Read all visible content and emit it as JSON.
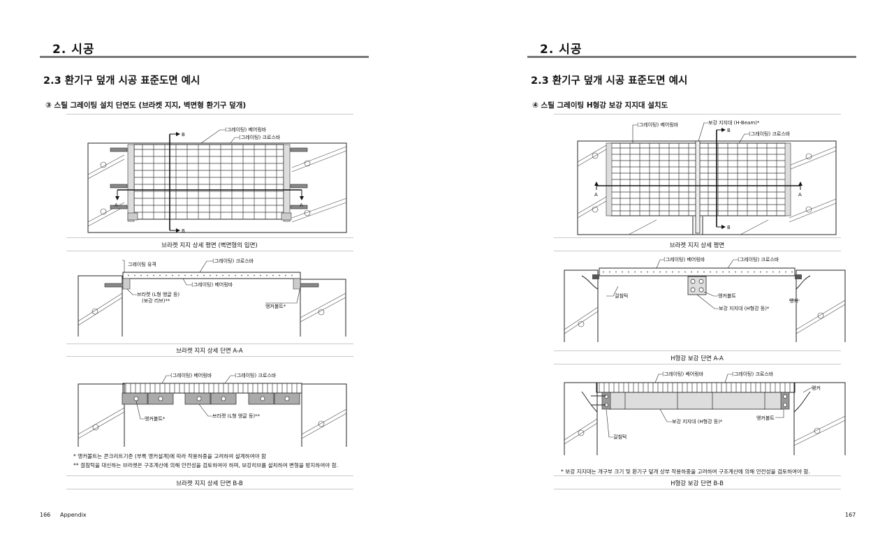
{
  "left": {
    "section_title": "2. 시공",
    "subsection_title": "2.3 환기구 덮개 시공 표준도면 예시",
    "figure_title": "③  스틸 그레이팅 설치 단면도 (브라켓 지지, 벽면형 환기구 덮개)",
    "fig1": {
      "caption": "브라켓 지지 상세 평면 (벽면형의 입면)",
      "label_bearing": "(그레이팅) 베어링바",
      "label_cross": "(그레이팅) 크로스바",
      "mark_a": "A",
      "mark_b": "B"
    },
    "fig2": {
      "caption": "브라켓 지지 상세 단면 A-A",
      "label_gap": "그레이팅 유격",
      "label_cross": "(그레이팅) 크로스바",
      "label_bearing": "(그레이팅) 베어링바",
      "label_bracket1": "브라켓 (L형 앵글 등)",
      "label_bracket2": "(보강 리브)**",
      "label_anchor": "앵커볼트*"
    },
    "fig3": {
      "caption": "브라켓 지지 상세 단면 B-B",
      "label_bearing": "(그레이팅) 베어링바",
      "label_cross": "(그레이팅) 크로스바",
      "label_anchor": "앵커볼트*",
      "label_bracket": "브라켓 (L형 앵글 등)**"
    },
    "notes": [
      "*  앵커볼트는 콘크리트기준 (부록 앵커설계)에 따라 작용하중을 고려하여 설계하여야 함",
      "**  걸침턱을 대신하는 브라켓은 구조계산에 의해 안전성을 검토하여야 하며, 보강리브를 설치하여 변형을 방지하여야 함."
    ],
    "page_number": "166",
    "page_label": "Appendix"
  },
  "right": {
    "section_title": "2. 시공",
    "subsection_title": "2.3 환기구 덮개 시공 표준도면 예시",
    "figure_title": "④  스틸 그레이팅 H형강 보강 지지대 설치도",
    "fig1": {
      "caption": "브라켓 지지 상세 평면",
      "label_bearing": "(그레이팅) 베어링바",
      "label_support": "보강 지지대 (H-Beam)*",
      "label_cross": "(그레이팅) 크로스바",
      "mark_a": "A",
      "mark_b": "B"
    },
    "fig2": {
      "caption": "H형강 보강 단면 A-A",
      "label_bearing": "(그레이팅) 베어링바",
      "label_cross": "(그레이팅) 크로스바",
      "label_ledge": "걸침턱",
      "label_anchorbolt": "앵커볼트",
      "label_support": "보강 지지대 (H형강 등)*",
      "label_anchor": "앵커"
    },
    "fig3": {
      "caption": "H형강 보강 단면 B-B",
      "label_bearing": "(그레이팅) 베어링바",
      "label_cross": "(그레이팅) 크로스바",
      "label_anchor": "앵커",
      "label_support": "보강 지지대 (H형강 등)*",
      "label_anchorbolt": "앵커볼트",
      "label_ledge": "걸침턱"
    },
    "notes": [
      "*  보강 지지대는 개구부 크기 및 환기구 덮개 상부 작용하중을 고려하여 구조계산에 의해 안전성을 검토하여야 함."
    ],
    "page_number": "167"
  }
}
